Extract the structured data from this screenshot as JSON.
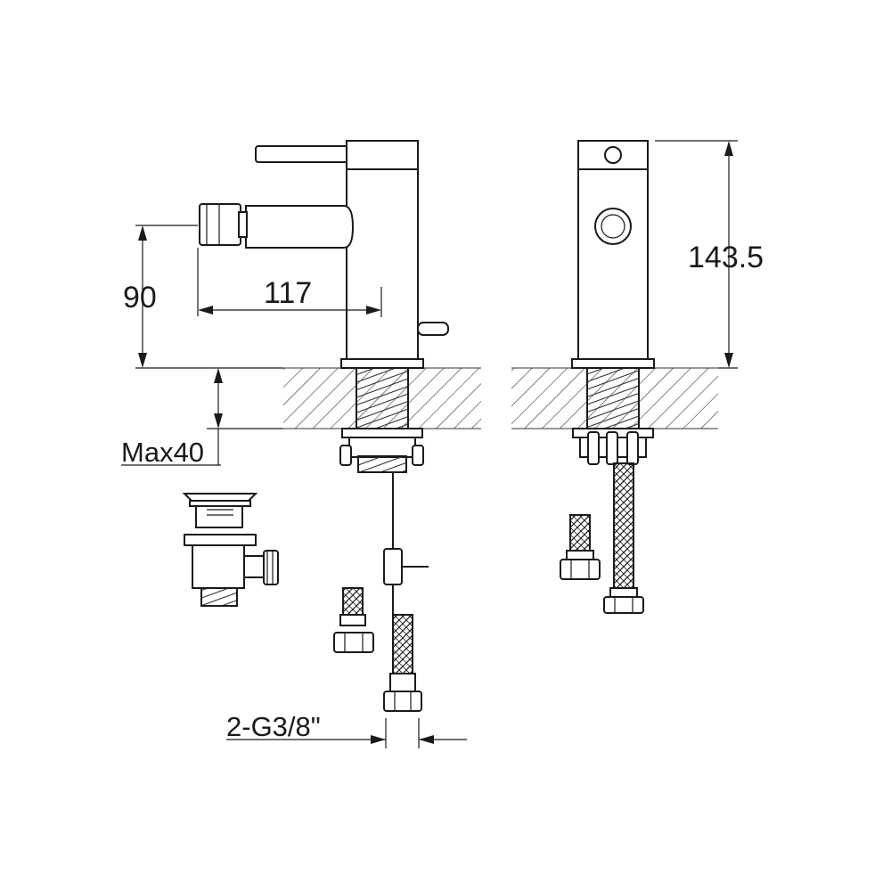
{
  "drawing": {
    "dimensions": {
      "spout_height": "90",
      "spout_reach": "117",
      "total_height": "143.5",
      "max_counter_thickness": "Max40",
      "connection_thread": "2-G3/8\""
    }
  }
}
